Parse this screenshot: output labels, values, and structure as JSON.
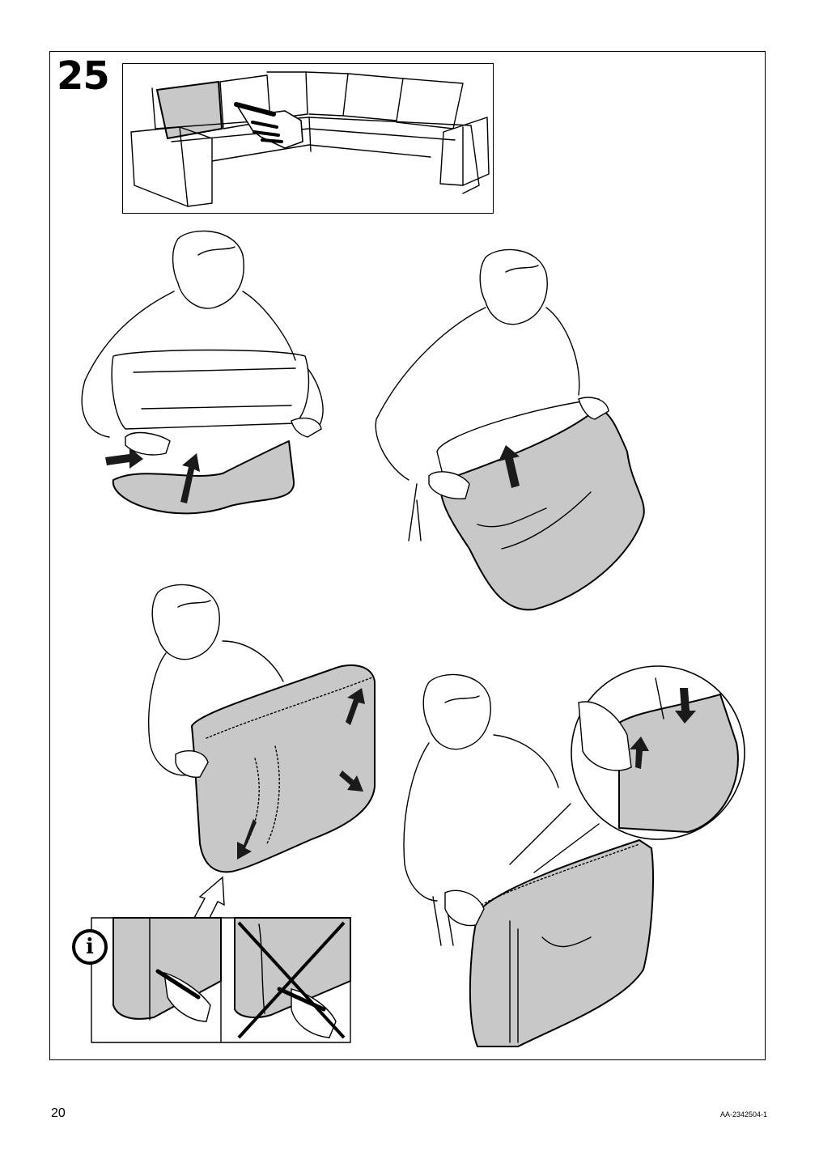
{
  "step": {
    "number": "25"
  },
  "footer": {
    "page_number": "20",
    "document_id": "AA-2342504-1"
  },
  "info": {
    "symbol": "i"
  },
  "colors": {
    "fabric": "#c8c8c8",
    "line": "#000000",
    "arrow": "#1a1a1a"
  },
  "icons": [
    "pointing-hand-icon",
    "info-icon",
    "cross-out-icon",
    "arrow-icon"
  ]
}
